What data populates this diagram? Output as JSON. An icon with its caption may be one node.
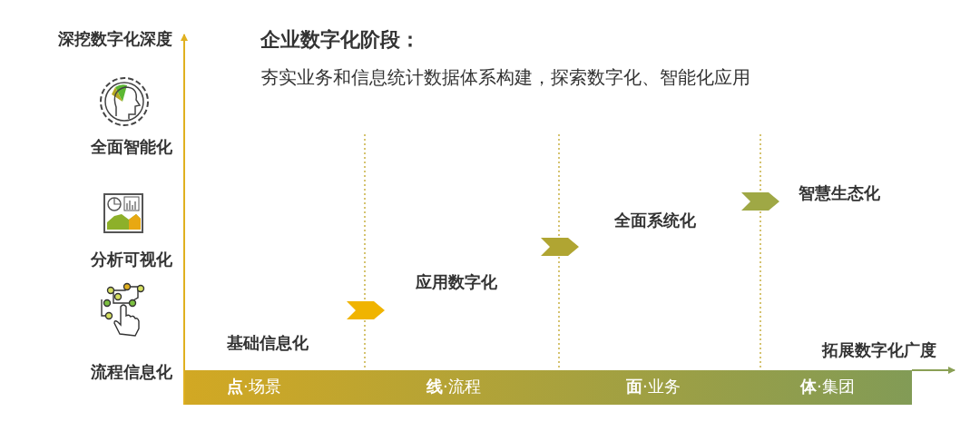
{
  "diagram": {
    "title": "企业数字化阶段：",
    "labels": [
      "夯实业务和信息统计数据体系构建，探索数字化、智能化应用",
      "深挖数字化深度",
      "全面智能化",
      "分析可视化",
      "流程信息化",
      "基础信息化",
      "应用数字化",
      "全面系统化",
      "智慧生态化",
      "拓展数字化广度",
      "**点**·场景",
      "**线**·流程",
      "**面**·业务",
      "**体**·集团"
    ]
  }
}
